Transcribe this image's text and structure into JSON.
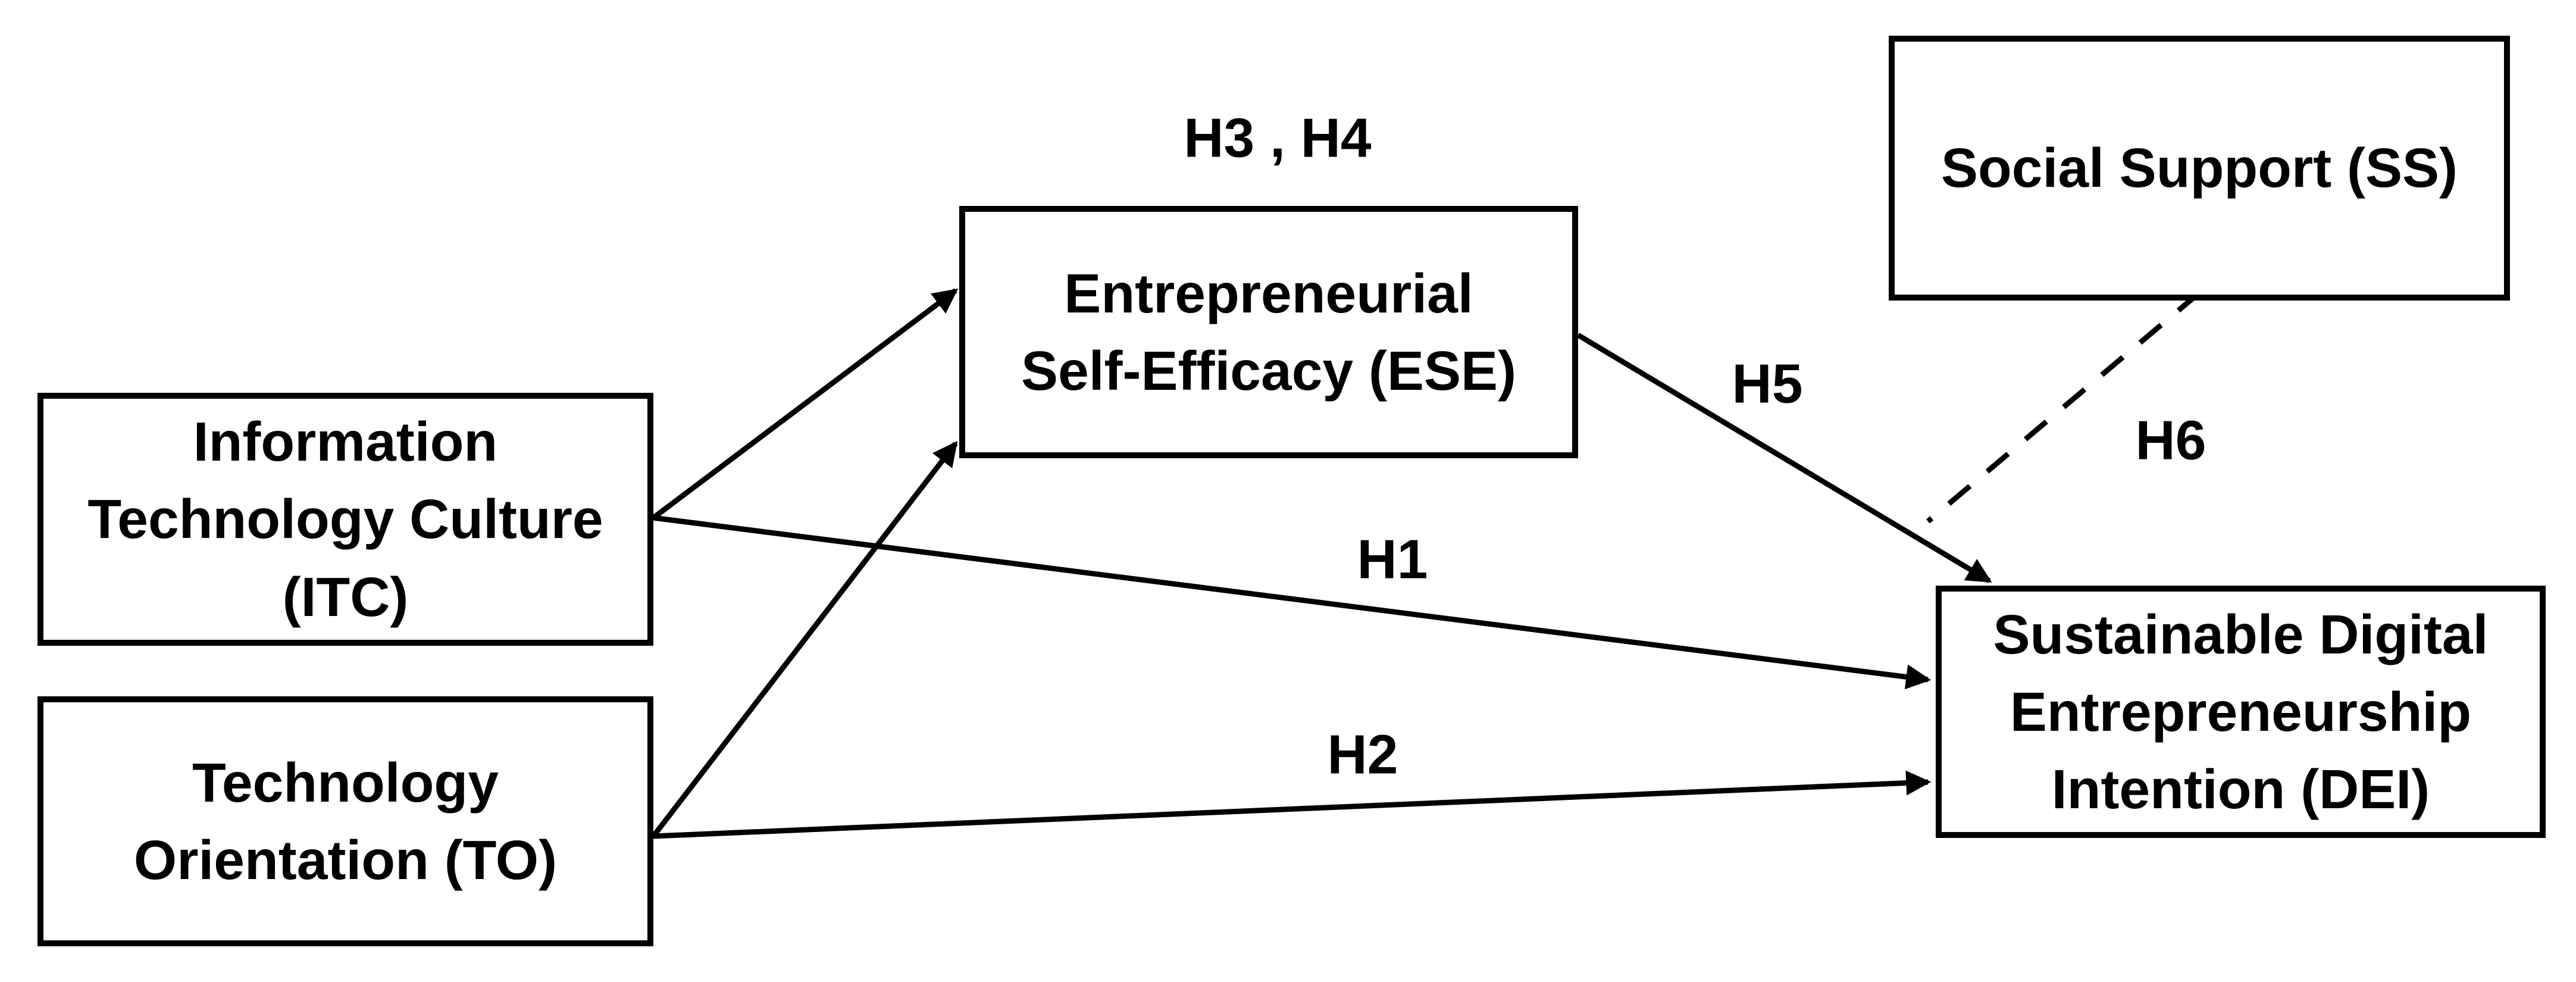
{
  "diagram": {
    "background_color": "#ffffff",
    "ink_color": "#000000",
    "nodes": [
      {
        "id": "ITC",
        "label": "Information\nTechnology Culture\n(ITC)"
      },
      {
        "id": "TO",
        "label": "Technology\nOrientation (TO)"
      },
      {
        "id": "ESE",
        "label": "Entrepreneurial\nSelf-Efficacy (ESE)"
      },
      {
        "id": "SS",
        "label": "Social Support (SS)"
      },
      {
        "id": "DEI",
        "label": "Sustainable Digital\nEntrepreneurship\nIntention (DEI)"
      }
    ],
    "hypothesis_labels": {
      "h3_h4": "H3 , H4",
      "h1": "H1",
      "h2": "H2",
      "h5": "H5",
      "h6": "H6"
    },
    "edges": [
      {
        "from": "ITC",
        "to": "DEI",
        "style": "solid-arrow",
        "label": "H1"
      },
      {
        "from": "TO",
        "to": "DEI",
        "style": "solid-arrow",
        "label": "H2"
      },
      {
        "from": "ITC",
        "to": "ESE",
        "style": "solid-arrow",
        "label": "H3 , H4"
      },
      {
        "from": "TO",
        "to": "ESE",
        "style": "solid-arrow",
        "label": "H3 , H4"
      },
      {
        "from": "ESE",
        "to": "DEI",
        "style": "solid-arrow",
        "label": "H5"
      },
      {
        "from": "SS",
        "to": "ESE-DEI-arrow",
        "style": "dashed",
        "label": "H6"
      }
    ]
  }
}
